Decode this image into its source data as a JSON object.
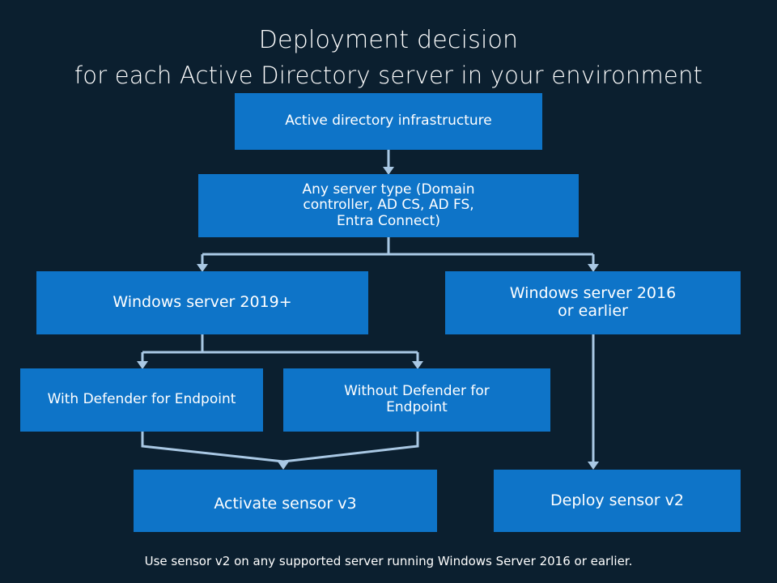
{
  "title": {
    "line1": "Deployment decision",
    "line2": "for each Active Directory server in your environment"
  },
  "nodes": {
    "ad_infrastructure": "Active directory infrastructure",
    "any_server_type": "Any server type (Domain controller, AD CS, AD FS, Entra Connect)",
    "ws2019_plus": "Windows server 2019+",
    "ws2016_or_earlier": "Windows server 2016 or earlier",
    "with_mde": "With Defender for Endpoint",
    "without_mde": "Without Defender for Endpoint",
    "activate_v3": "Activate sensor v3",
    "deploy_v2": "Deploy sensor v2"
  },
  "footnote": "Use sensor v2 on any supported server running Windows Server 2016 or earlier.",
  "colors": {
    "background": "#0b1f2f",
    "box": "#0e74c8",
    "connector": "#a9c8e4",
    "text": "#ffffff"
  }
}
